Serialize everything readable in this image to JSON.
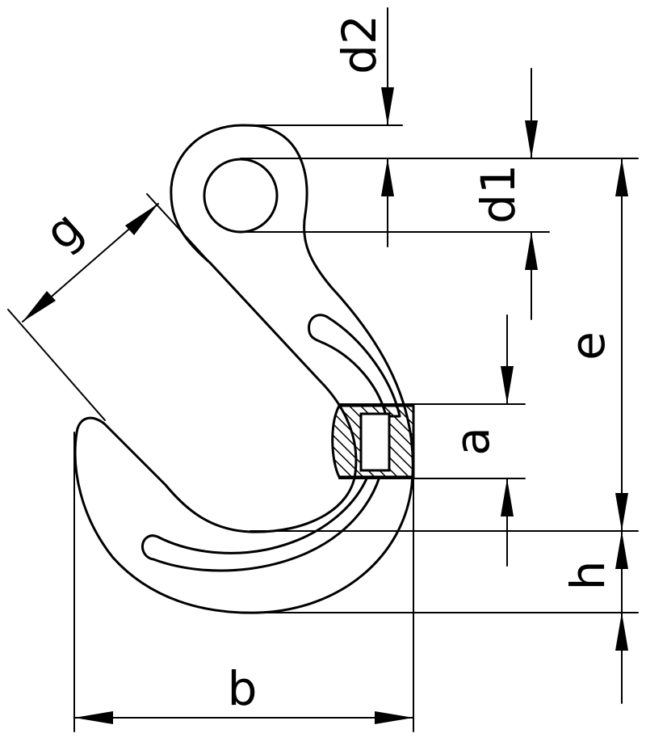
{
  "colors": {
    "line": "#000000",
    "background": "#ffffff"
  },
  "labels": {
    "d2": "d2",
    "d1": "d1",
    "g": "g",
    "e": "e",
    "a": "a",
    "h": "h",
    "b": "b"
  }
}
